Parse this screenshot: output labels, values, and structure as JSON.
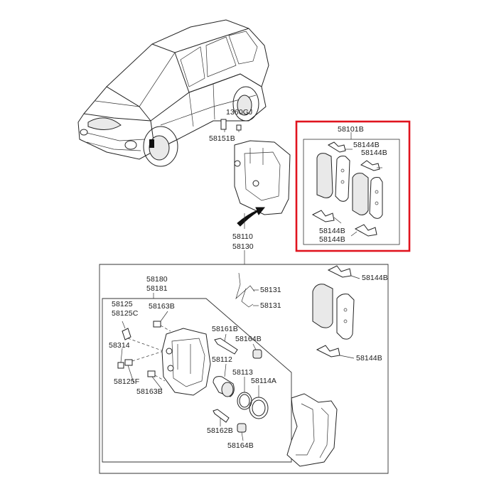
{
  "highlight_color": "#e0141e",
  "labels": {
    "l_1360GJ": "1360GJ",
    "l_58151B": "58151B",
    "l_58110": "58110",
    "l_58130": "58130",
    "l_58101B": "58101B",
    "l_58144B_hl_1": "58144B",
    "l_58144B_hl_2": "58144B",
    "l_58144B_hl_3": "58144B",
    "l_58144B_hl_4": "58144B",
    "l_58180": "58180",
    "l_58181": "58181",
    "l_58131_a": "58131",
    "l_58131_b": "58131",
    "l_58144B_a": "58144B",
    "l_58144B_b": "58144B",
    "l_58125": "58125",
    "l_58125C": "58125C",
    "l_58163B_a": "58163B",
    "l_58161B": "58161B",
    "l_58164B_a": "58164B",
    "l_58314": "58314",
    "l_58112": "58112",
    "l_58113": "58113",
    "l_58114A": "58114A",
    "l_58125F": "58125F",
    "l_58163B_b": "58163B",
    "l_58162B": "58162B",
    "l_58164B_b": "58164B"
  }
}
